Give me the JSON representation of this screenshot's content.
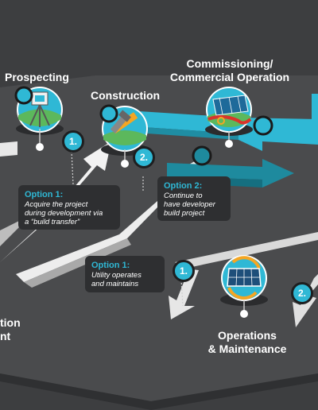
{
  "stages": {
    "prospecting": "Prospecting",
    "construction": "Construction",
    "commissioning_line1": "Commissioning/",
    "commissioning_line2": "Commercial Operation",
    "operations_line1": "Operations",
    "operations_line2": "& Maintenance",
    "cut_left_line1": "tion",
    "cut_left_line2": "nt"
  },
  "callouts": {
    "transfer": {
      "option": "Option 1:",
      "line1": "Acquire the project",
      "line2": "during development via",
      "line3": "a “build transfer”"
    },
    "developer_build": {
      "option": "Option 2:",
      "line1": "Continue to",
      "line2": "have developer",
      "line3": "build project"
    },
    "utility_operates": {
      "option": "Option 1:",
      "line1": "Utility operates",
      "line2": "and maintains"
    }
  },
  "badges": {
    "b1_top": "1.",
    "b2_top": "2.",
    "b1_bottom": "1.",
    "b2_bottom": "2."
  },
  "colors": {
    "accent": "#2fb8d5",
    "teal": "#1e8a9e",
    "background": "#3d3e40",
    "panel": "#2e2f31"
  },
  "icons": [
    "survey-instrument-icon",
    "tools-icon",
    "ribbon-cutting-icon",
    "solar-panel-icon"
  ]
}
